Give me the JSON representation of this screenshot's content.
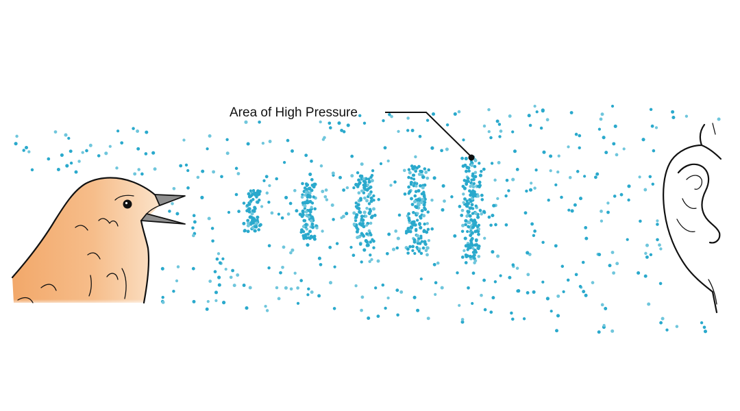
{
  "callout": {
    "label": "Area of High Pressure"
  },
  "colors": {
    "particle": "#2aa9cc",
    "particle_light": "#6fc6dc",
    "bird_fill": "#f2a86a",
    "bird_fill_light": "#f9d2ad",
    "outline": "#111111",
    "beak": "#8f8f8f"
  },
  "icons": {
    "source": "songbird-singing",
    "receiver": "human-ear"
  },
  "sound_wave": {
    "compression_count": 5
  }
}
